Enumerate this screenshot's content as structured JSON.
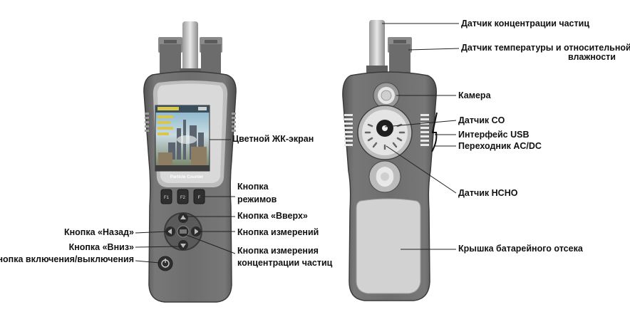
{
  "device_front": {
    "screen_header": "Particle Counter",
    "keys": [
      "F1",
      "F2",
      "F"
    ]
  },
  "labels_front": {
    "lcd": "Цветной ЖК-экран",
    "mode_line1": "Кнопка",
    "mode_line2": "режимов",
    "up": "Кнопка «Вверх»",
    "back": "Кнопка «Назад»",
    "measure": "Кнопка измерений",
    "down": "Кнопка «Вниз»",
    "particle_line1": "Кнопка измерения",
    "particle_line2": "концентрации частиц",
    "power": "Кнопка включения/выключения"
  },
  "labels_back": {
    "particle_sensor": "Датчик концентрации частиц",
    "temp_line1": "Датчик температуры и относительной",
    "temp_line2": "влажности",
    "camera": "Камера",
    "co": "Датчик CO",
    "usb": "Интерфейс USB",
    "adapter": "Переходник AC/DC",
    "hcho": "Датчик HCHO",
    "battery": "Крышка батарейного отсека"
  },
  "colors": {
    "body": "#6b6b6b",
    "body_dark": "#4a4a4a",
    "panel": "#d6d6d6",
    "leader": "#222222"
  }
}
